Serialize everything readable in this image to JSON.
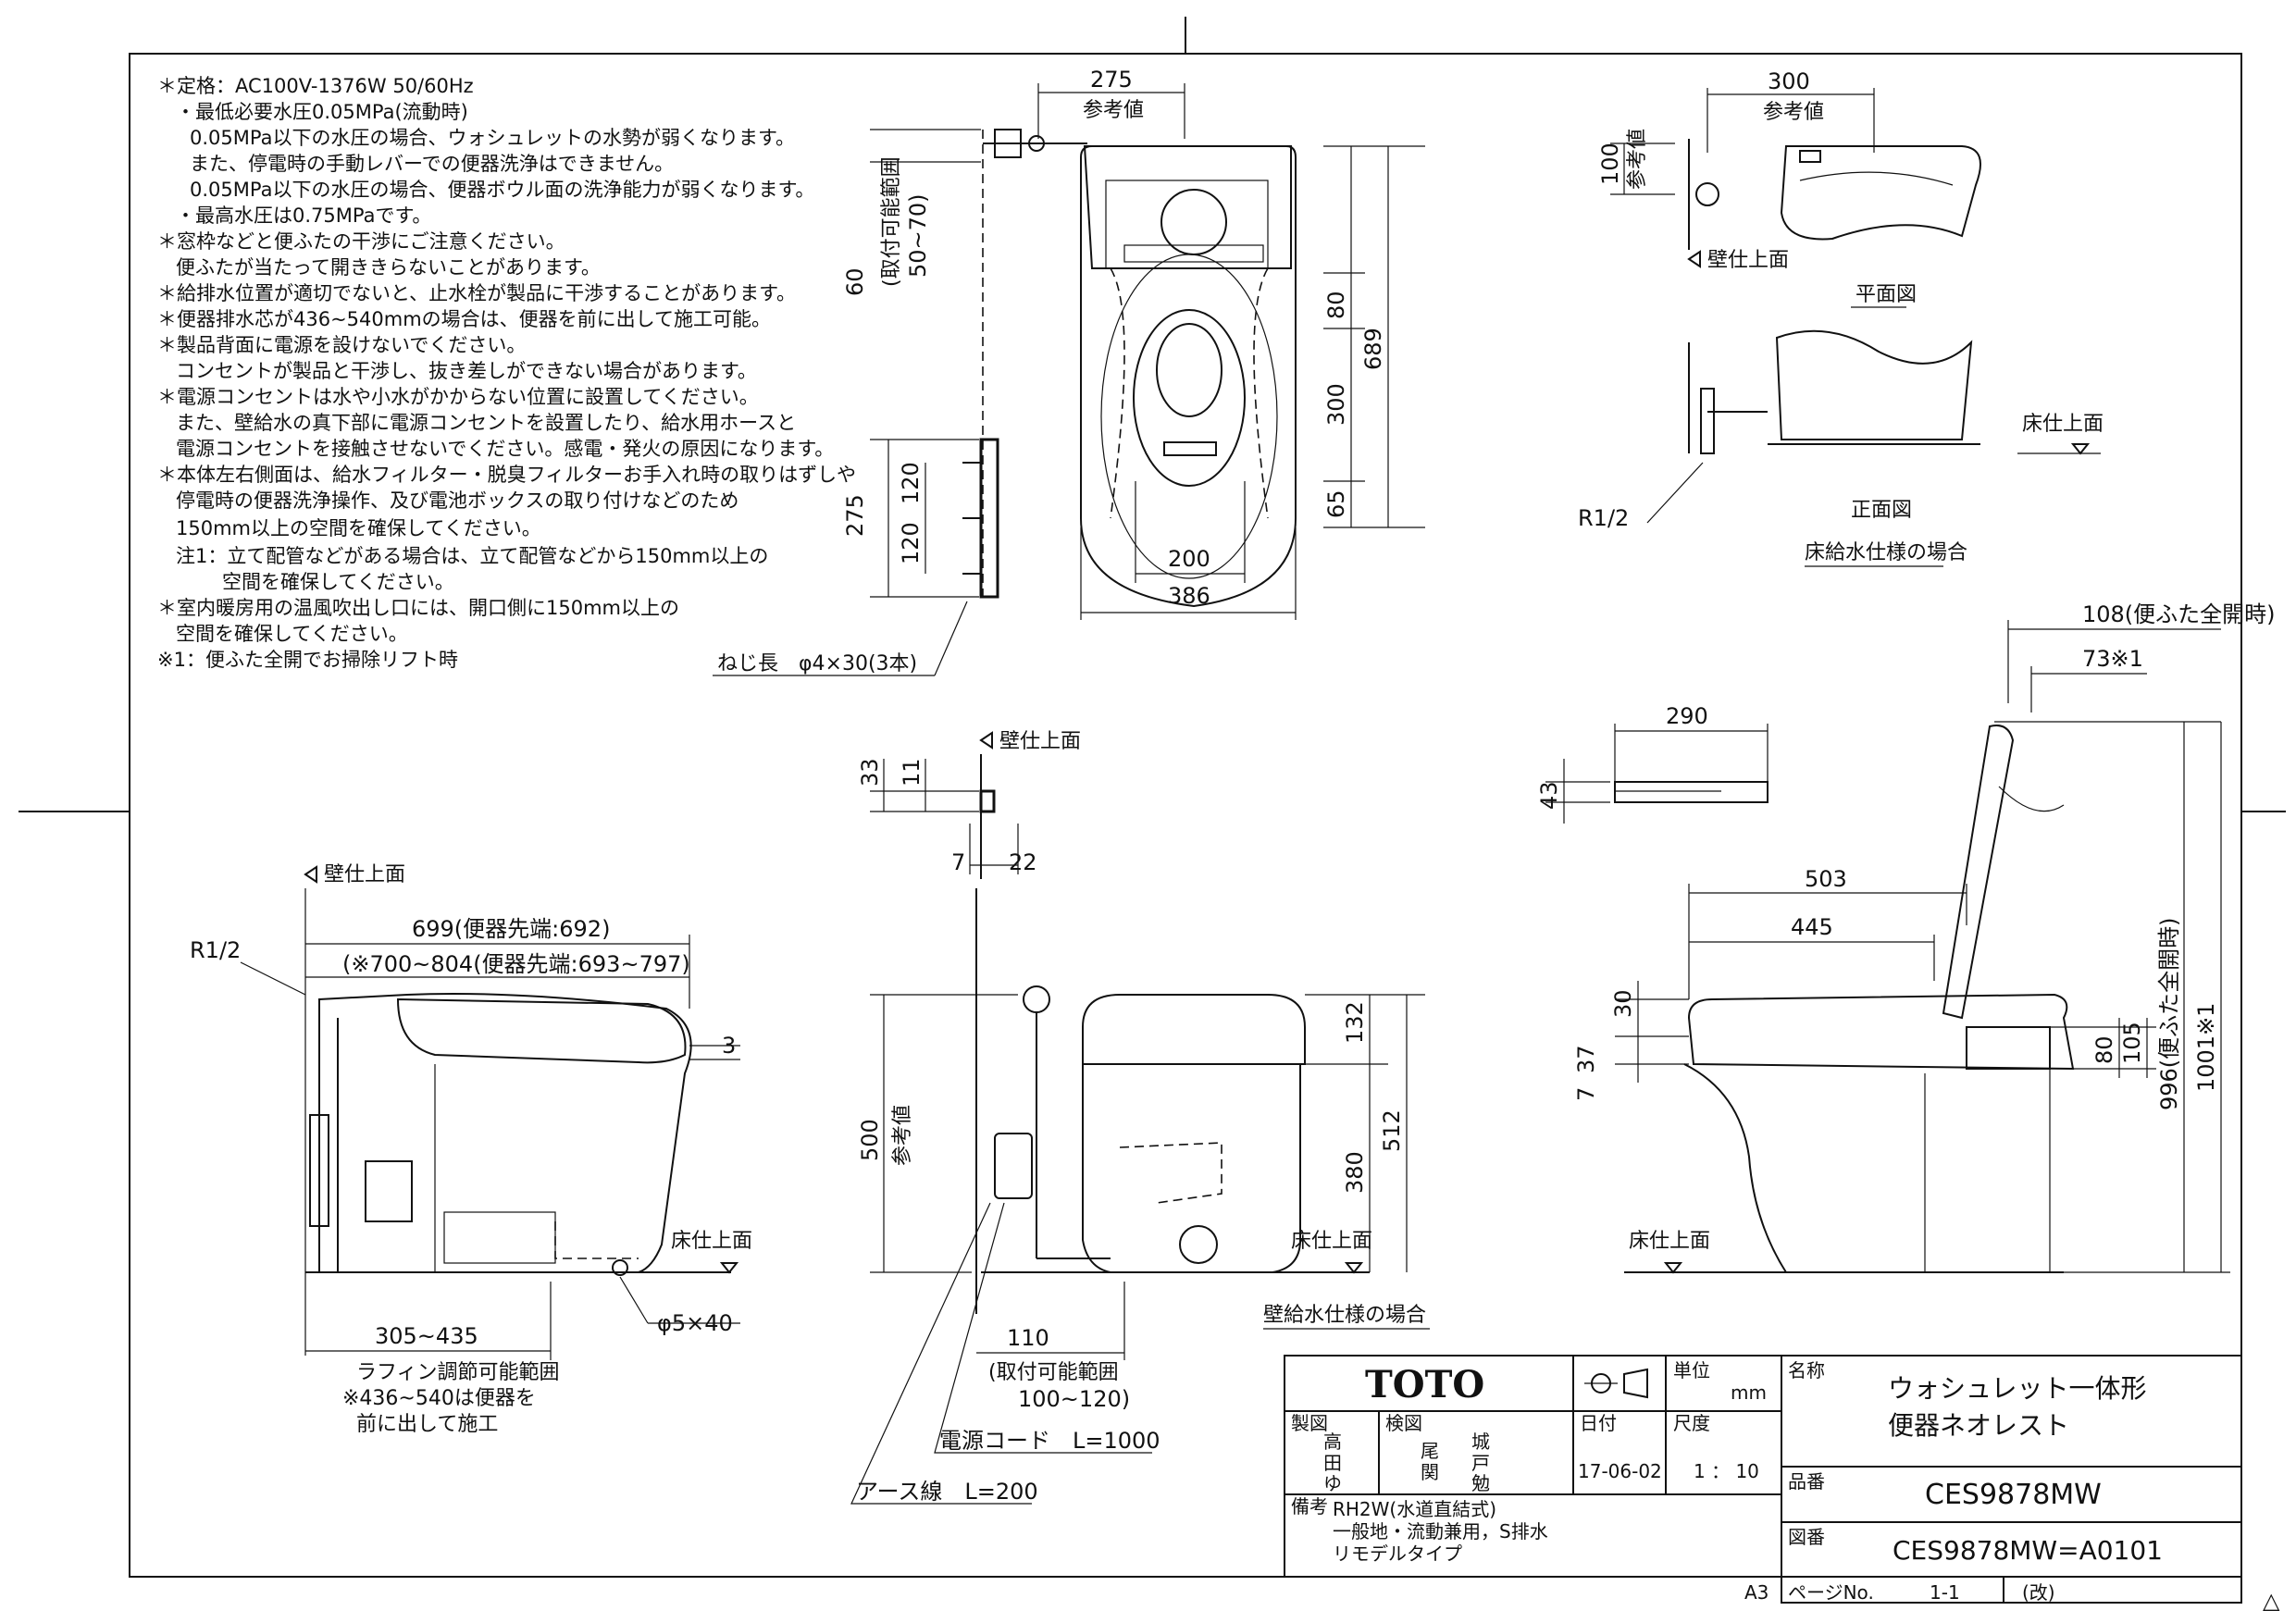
{
  "notes": [
    "＊定格：AC100V-1376W 50/60Hz",
    "・最低必要水圧0.05MPa(流動時)",
    "0.05MPa以下の水圧の場合、ウォシュレットの水勢が弱くなります。",
    "また、停電時の手動レバーでの便器洗浄はできません。",
    "0.05MPa以下の水圧の場合、便器ボウル面の洗浄能力が弱くなります。",
    "・最高水圧は0.75MPaです。",
    "＊窓枠などと便ふたの干渉にご注意ください。",
    "便ふたが当たって開ききらないことがあります。",
    "＊給排水位置が適切でないと、止水栓が製品に干渉することがあります。",
    "＊便器排水芯が436~540mmの場合は、便器を前に出して施工可能。",
    "＊製品背面に電源を設けないでください。",
    "コンセントが製品と干渉し、抜き差しができない場合があります。",
    "＊電源コンセントは水や小水がかからない位置に設置してください。",
    "また、壁給水の真下部に電源コンセントを設置したり、給水用ホースと",
    "電源コンセントを接触させないでください。感電・発火の原因になります。",
    "＊本体左右側面は、給水フィルター・脱臭フィルターお手入れ時の取りはずしや",
    "停電時の便器洗浄操作、及び電池ボックスの取り付けなどのため",
    "150mm以上の空間を確保してください。",
    "注1：立て配管などがある場合は、立て配管などから150mm以上の",
    "空間を確保してください。",
    "＊室内暖房用の温風吹出し口には、開口側に150mm以上の",
    "空間を確保してください。",
    "※1：便ふた全開でお掃除リフト時"
  ],
  "top_view": {
    "dim_width_top": "275",
    "ref_value": "参考値",
    "range_label": "(取付可能範囲",
    "range_value": "50~70)",
    "dim_60": "60",
    "dim_80": "80",
    "dim_300": "300",
    "dim_65": "65",
    "dim_689": "689",
    "dim_200": "200",
    "dim_386": "386",
    "dim_275_side": "275",
    "dim_120a": "120",
    "dim_120b": "120",
    "screw_label": "ねじ長　φ4×30(3本)"
  },
  "plan_view": {
    "dim_300": "300",
    "ref_value": "参考値",
    "dim_100": "100",
    "ref_value_v": "参考値",
    "wall_label": "壁仕上面",
    "plan_title": "平面図",
    "floor_label": "床仕上面",
    "r12": "R1/2",
    "front_title": "正面図",
    "case_title": "床給水仕様の場合"
  },
  "remote": {
    "wall_label": "壁仕上面",
    "dim_33": "33",
    "dim_11": "11",
    "dim_7": "7",
    "dim_22": "22",
    "dim_290": "290",
    "dim_43": "43"
  },
  "side_view": {
    "wall_label": "壁仕上面",
    "dim_699": "699(便器先端:692)",
    "dim_700": "(※700~804(便器先端:693~797)",
    "r12": "R1/2",
    "dim_3": "3",
    "floor_label": "床仕上面",
    "dim_305": "305~435",
    "adjust_note1": "ラフィン調節可能範囲",
    "adjust_note2": "※436~540は便器を",
    "adjust_note3": "前に出して施工",
    "bolt_label": "φ5×40"
  },
  "front_view": {
    "dim_500": "500",
    "ref_value": "参考値",
    "dim_132": "132",
    "dim_380": "380",
    "dim_512": "512",
    "floor_label": "床仕上面",
    "case_title": "壁給水仕様の場合",
    "dim_110": "110",
    "range_label": "(取付可能範囲",
    "range_value": "100~120)",
    "cord_label": "電源コード　L=1000",
    "earth_label": "アース線　L=200"
  },
  "right_side": {
    "dim_108": "108(便ふた全開時)",
    "dim_73": "73※1",
    "dim_503": "503",
    "dim_445": "445",
    "dim_30": "30",
    "dim_37": "37",
    "dim_7": "7",
    "dim_80": "80",
    "dim_105": "105",
    "dim_996": "996(便ふた全開時)",
    "dim_1001": "1001※1",
    "floor_label": "床仕上面"
  },
  "title_block": {
    "logo": "TOTO",
    "unit_label": "単位",
    "unit": "mm",
    "name_label": "名称",
    "name_line1": "ウォシュレット一体形",
    "name_line2": "便器ネオレスト",
    "draft_label": "製図",
    "drafter1": "高",
    "drafter2": "田",
    "drafter3": "ゆ",
    "check_label": "検図",
    "checker_a1": "尾",
    "checker_a2": "関",
    "checker_b1": "城",
    "checker_b2": "戸",
    "checker_b3": "勉",
    "date_label": "日付",
    "date": "17-06-02",
    "scale_label": "尺度",
    "scale": "1 ： 10",
    "part_label": "品番",
    "part": "CES9878MW",
    "remark_label": "備考",
    "remark1": "RH2W(水道直結式)",
    "remark2": "一般地・流動兼用，S排水",
    "remark3": "リモデルタイプ",
    "drawing_label": "図番",
    "drawing": "CES9878MW=A0101",
    "paper": "A3",
    "page_label": "ページNo.",
    "page": "1-1",
    "rev": "(改)",
    "rev_mark": "△"
  }
}
